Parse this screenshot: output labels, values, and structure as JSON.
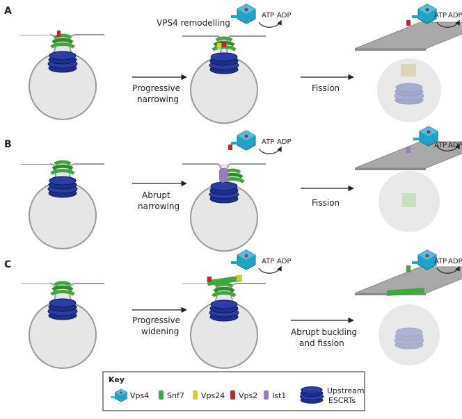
{
  "rows": {
    "a": {
      "letter": "A",
      "title": "VPS4 remodelling",
      "step1": [
        "Progressive",
        "narrowing"
      ],
      "step2": "Fission"
    },
    "b": {
      "letter": "B",
      "step1": [
        "Abrupt",
        "narrowing"
      ],
      "step2": "Fission"
    },
    "c": {
      "letter": "C",
      "step1": [
        "Progressive",
        "widening"
      ],
      "step2": [
        "Abrupt buckling",
        "and fission"
      ]
    }
  },
  "atp": "ATP",
  "adp": "ADP",
  "key": {
    "title": "Key",
    "items": [
      "Vps4",
      "Snf7",
      "Vps24",
      "Vps2",
      "Ist1"
    ],
    "upstream": [
      "Upstream",
      "ESCRTs"
    ]
  },
  "colors": {
    "vps4": "#1fa3c8",
    "snf7": "#3fa83a",
    "vps24": "#d8cc2a",
    "vps2": "#c8232b",
    "ist1": "#9a7bc0",
    "upstream": "#1e2f8c",
    "membrane": "#e6e6e6",
    "outline": "#9a9a9a",
    "plane": "#a8a8a8"
  },
  "icons": [
    "vps4-hexamer-icon",
    "snf7-icon",
    "vps24-icon",
    "vps2-icon",
    "ist1-icon",
    "upstream-escrt-icon",
    "curved-arrow-icon"
  ]
}
